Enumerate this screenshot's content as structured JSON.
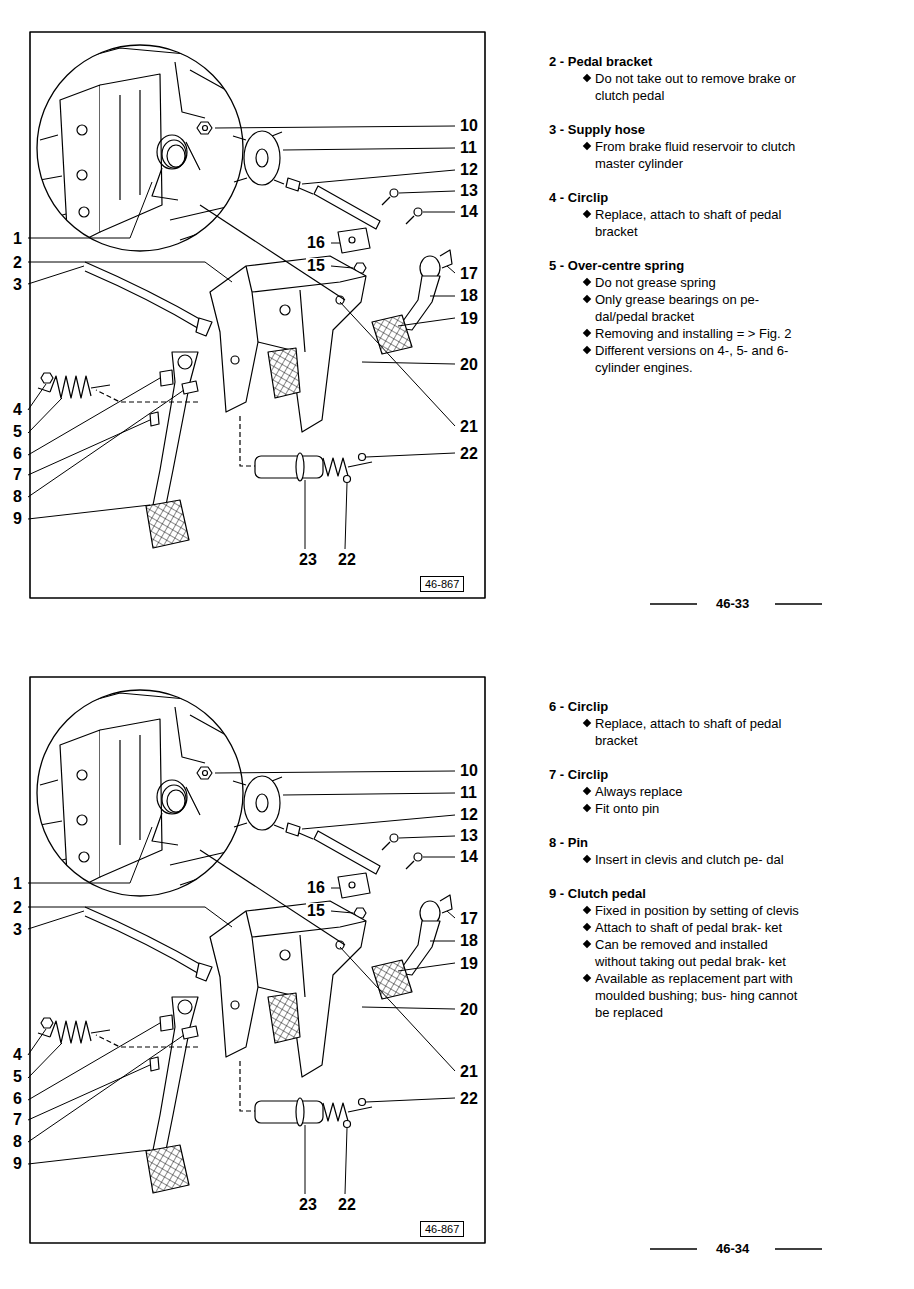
{
  "diagram": {
    "nodes": [
      {
        "text": [
          "46-867"
        ]
      },
      {
        "text": [
          "46-867"
        ]
      }
    ],
    "labels": [
      "10",
      "11",
      "12",
      "13",
      "14",
      "1",
      "16",
      "2",
      "15",
      "17",
      "3",
      "18",
      "19",
      "20",
      "4",
      "5",
      "6",
      "7",
      "8",
      "9",
      "21",
      "22",
      "23",
      "22",
      "2 - Pedal bracket",
      "Do not take out to remove brake or clutch pedal",
      "3 - Supply hose",
      "From brake fluid reservoir to clutch master cylinder",
      "4 - Circlip",
      "Replace, attach to shaft of pedal bracket",
      "5 - Over-centre spring",
      "Do not grease spring",
      "Only grease bearings on pe- dal/pedal bracket",
      "Removing and installing = > Fig. 2",
      "Different versions on 4-, 5- and 6-cylinder engines.",
      "46-33",
      "10",
      "11",
      "12",
      "13",
      "14",
      "1",
      "16",
      "2",
      "15",
      "17",
      "3",
      "18",
      "19",
      "20",
      "4",
      "5",
      "6",
      "7",
      "8",
      "9",
      "21",
      "22",
      "23",
      "22",
      "6 - Circlip",
      "Replace, attach to shaft of pedal bracket",
      "7 - Circlip",
      "Always replace",
      "Fit onto pin",
      "8 - Pin",
      "Insert in clevis and clutch pe- dal",
      "9 - Clutch pedal",
      "Fixed in position by setting of clevis",
      "Attach to shaft of pedal brak- ket",
      "Can be removed and installed without taking out pedal brak- ket",
      "Available as replacement part with moulded bushing; bus- hing cannot be replaced",
      "46-34"
    ]
  }
}
